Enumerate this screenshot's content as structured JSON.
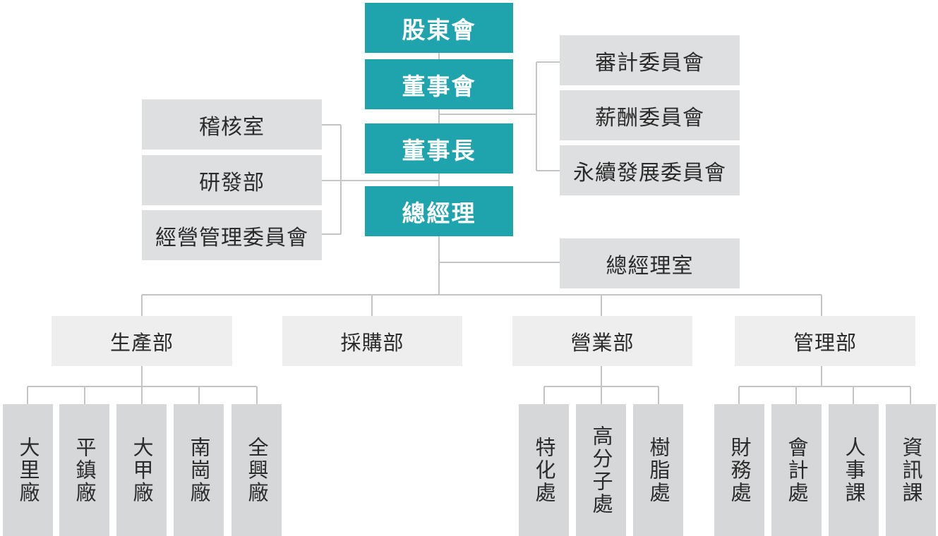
{
  "colors": {
    "core": "#1fa3ad",
    "side": "#dedfe1",
    "dept": "#eeeeef",
    "unit": "#d6d7d9",
    "line": "#c3c4c6"
  },
  "core": {
    "shareholders": "股東會",
    "board": "董事會",
    "chairman": "董事長",
    "president": "總經理"
  },
  "committees": {
    "audit": "審計委員會",
    "remuneration": "薪酬委員會",
    "sustainability": "永續發展委員會"
  },
  "left_units": {
    "audit_office": "稽核室",
    "rnd": "研發部",
    "management_committee": "經營管理委員會"
  },
  "president_office": "總經理室",
  "departments": {
    "production": "生產部",
    "purchasing": "採購部",
    "sales": "營業部",
    "administration": "管理部"
  },
  "production_units": [
    "大里廠",
    "平鎮廠",
    "大甲廠",
    "南崗廠",
    "全興廠"
  ],
  "sales_units": [
    "特化處",
    "高分子處",
    "樹脂處"
  ],
  "admin_units": [
    "財務處",
    "會計處",
    "人事課",
    "資訊課"
  ]
}
